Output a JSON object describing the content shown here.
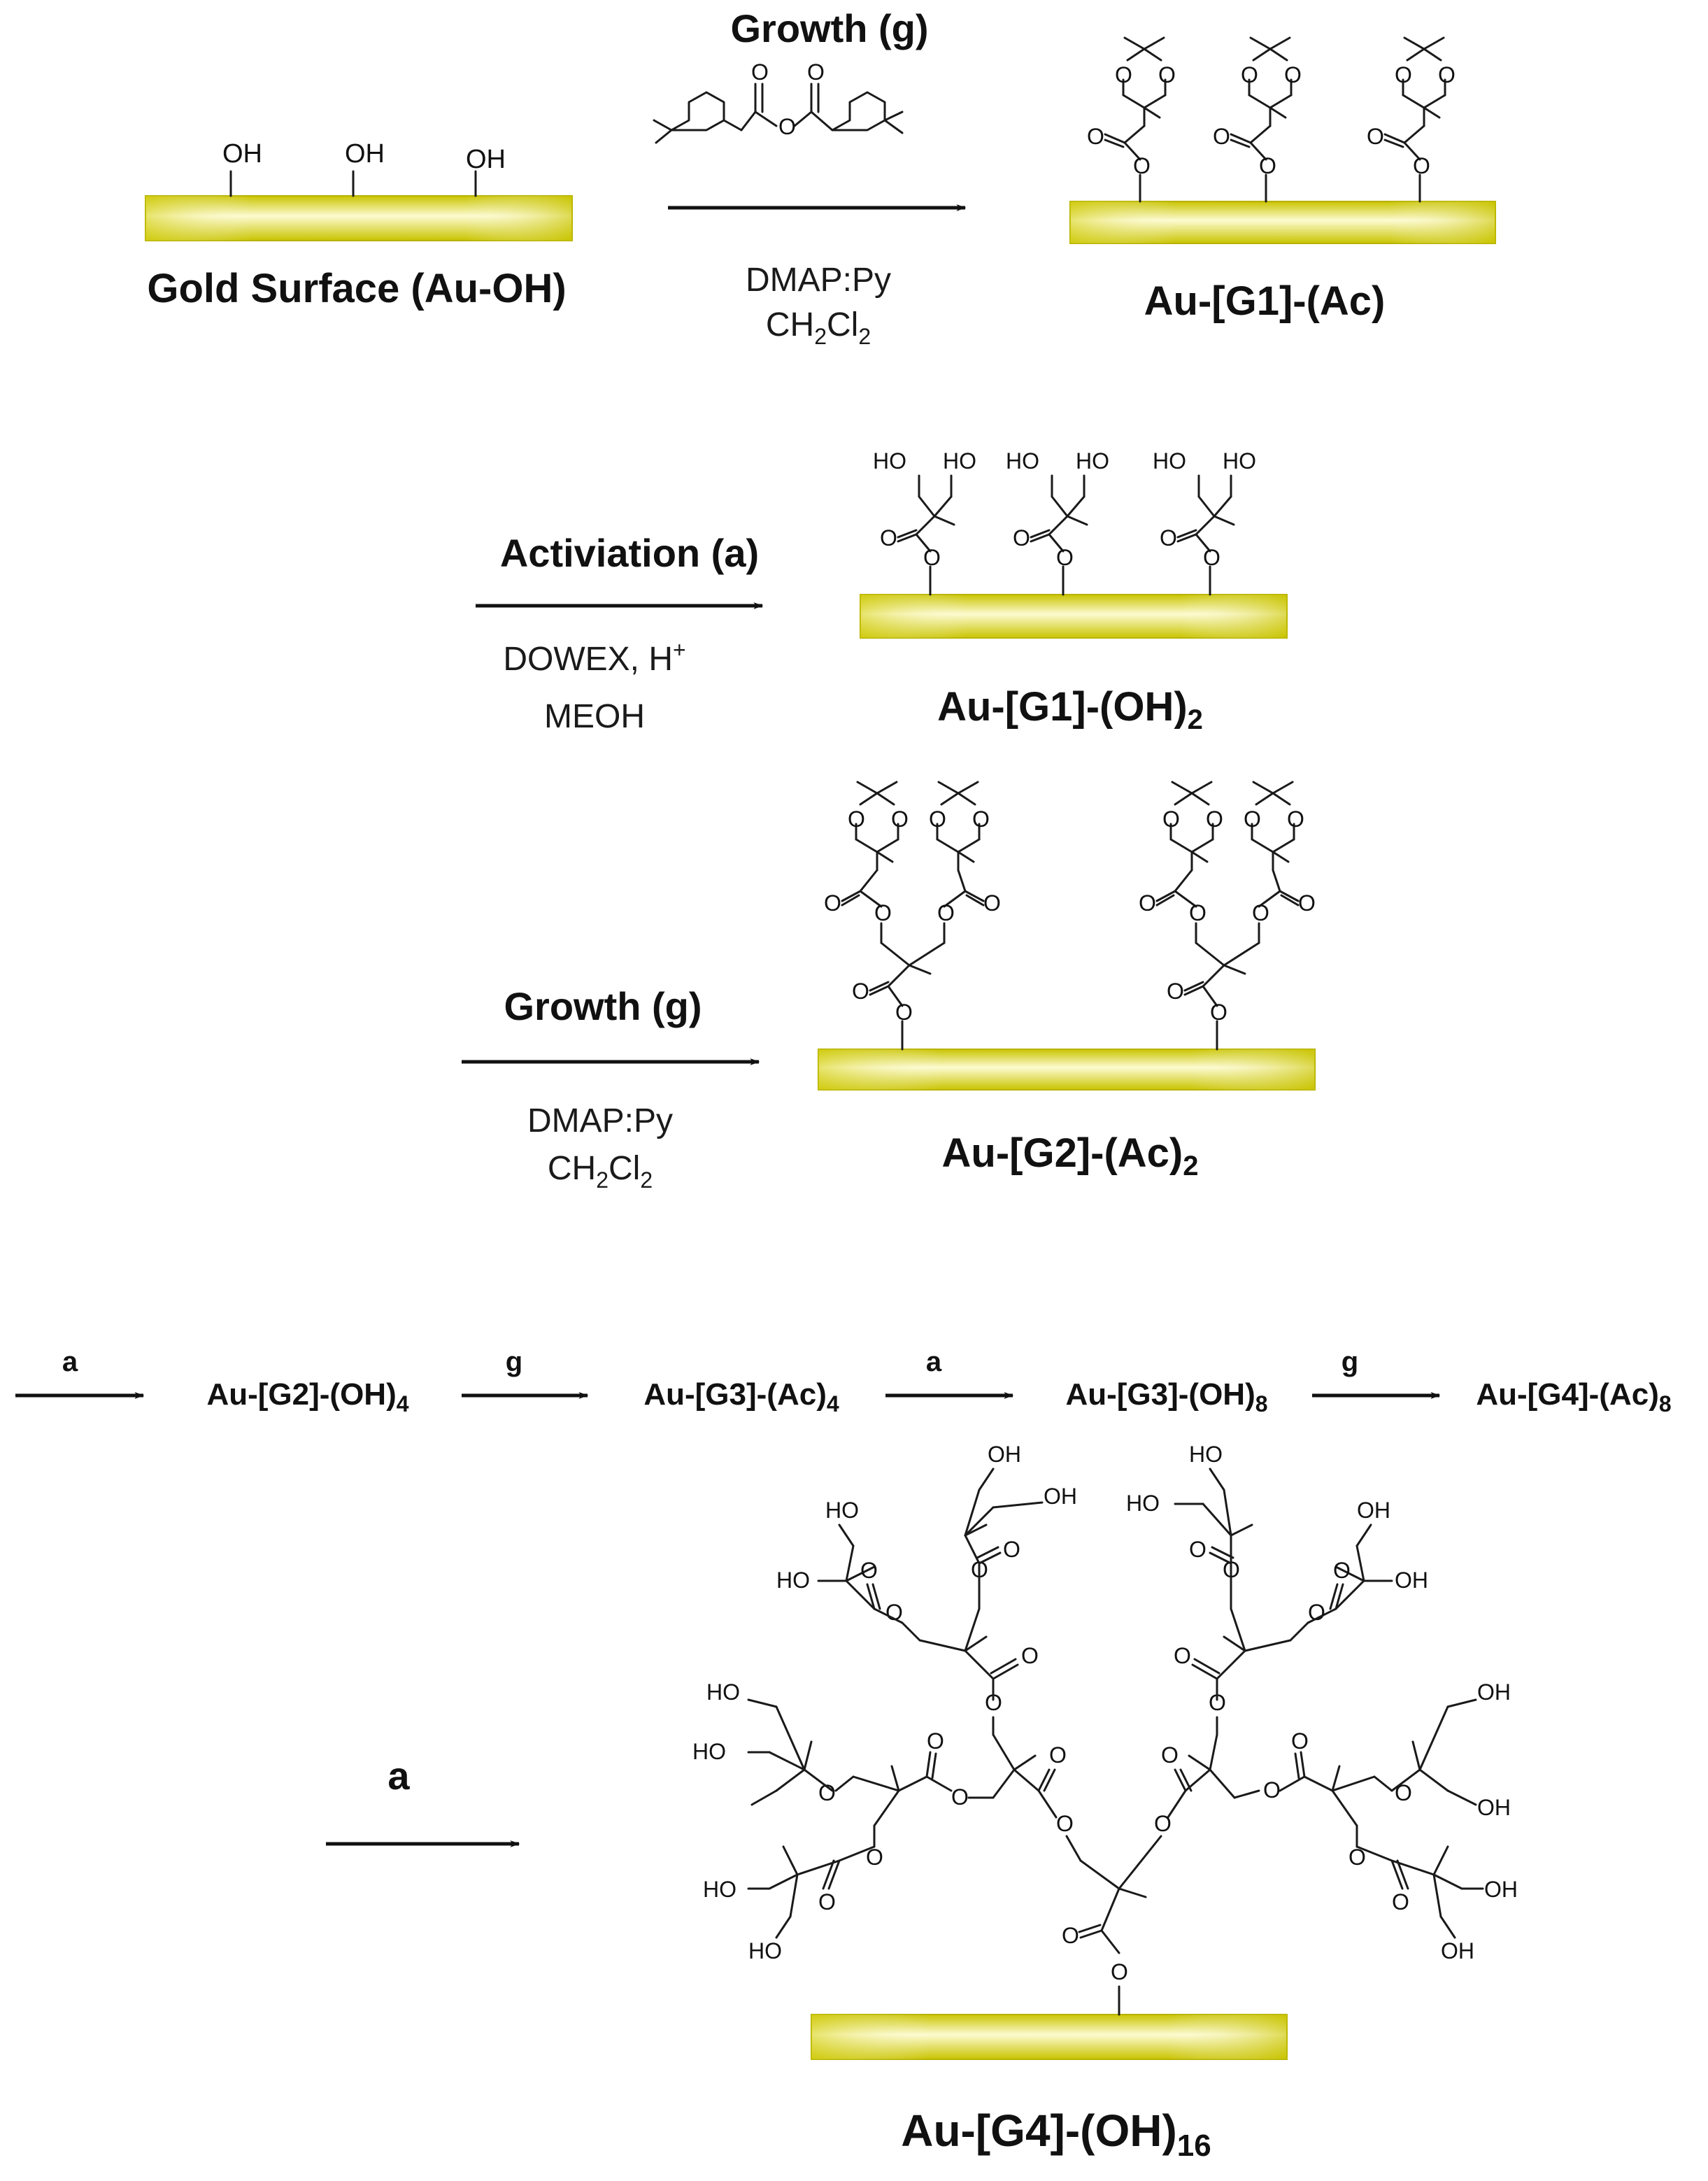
{
  "colors": {
    "gold_dark": "#c9c400",
    "gold_mid": "#e3df3a",
    "gold_light": "#fdfbd0",
    "ink": "#111111"
  },
  "step1": {
    "surface_label": "Gold Surface (Au-OH)",
    "surface_hydroxyls": [
      "OH",
      "OH",
      "OH"
    ],
    "arrow_title": "Growth (g)",
    "reagent_1": "DMAP:Py",
    "reagent_2": "CH",
    "reagent_2_sub": "2",
    "reagent_2_mid": "Cl",
    "reagent_2_sub2": "2",
    "product_label": "Au-[G1]-(Ac)"
  },
  "step2": {
    "arrow_title": "Activiation (a)",
    "reagent_1": "DOWEX, H",
    "reagent_1_sup": "+",
    "reagent_2": "MEOH",
    "product_label": "Au-[G1]-(OH)",
    "product_sub": "2"
  },
  "step3": {
    "arrow_title": "Growth (g)",
    "reagent_1": "DMAP:Py",
    "reagent_2": "CH",
    "reagent_2_sub": "2",
    "reagent_2_mid": "Cl",
    "reagent_2_sub2": "2",
    "product_label": "Au-[G2]-(Ac)",
    "product_sub": "2"
  },
  "sequence": [
    {
      "arrow": "a",
      "product": "Au-[G2]-(OH)",
      "sub": "4"
    },
    {
      "arrow": "g",
      "product": "Au-[G3]-(Ac)",
      "sub": "4"
    },
    {
      "arrow": "a",
      "product": "Au-[G3]-(OH)",
      "sub": "8"
    },
    {
      "arrow": "g",
      "product": "Au-[G4]-(Ac)",
      "sub": "8"
    }
  ],
  "final": {
    "arrow_title": "a",
    "product_label": "Au-[G4]-(OH)",
    "product_sub": "16"
  },
  "atoms": {
    "oxygen": "O",
    "hydroxyl": "OH",
    "hydroxyl_left": "HO"
  }
}
